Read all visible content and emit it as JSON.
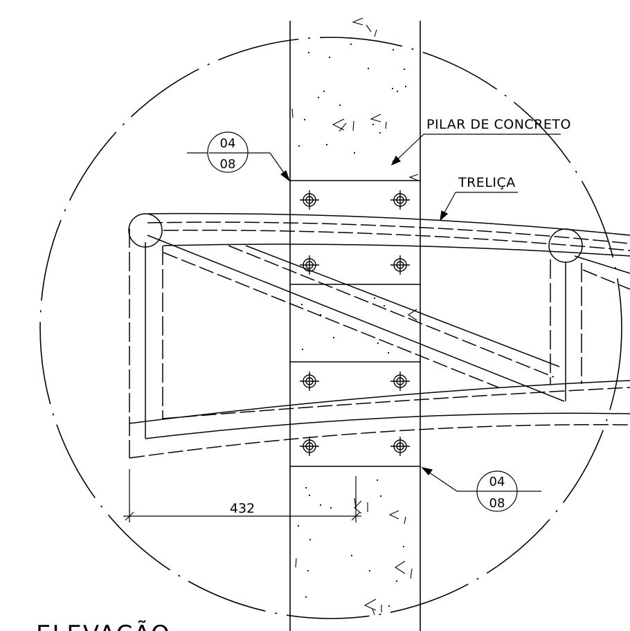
{
  "drawing": {
    "label_column": "PILAR DE CONCRETO",
    "label_truss": "TRELIÇA",
    "dimension_value": "432",
    "detail_ref_top": {
      "number": "04",
      "sheet": "08"
    },
    "detail_ref_bottom": {
      "number": "04",
      "sheet": "08"
    },
    "title": "ELEVAÇÃO"
  }
}
